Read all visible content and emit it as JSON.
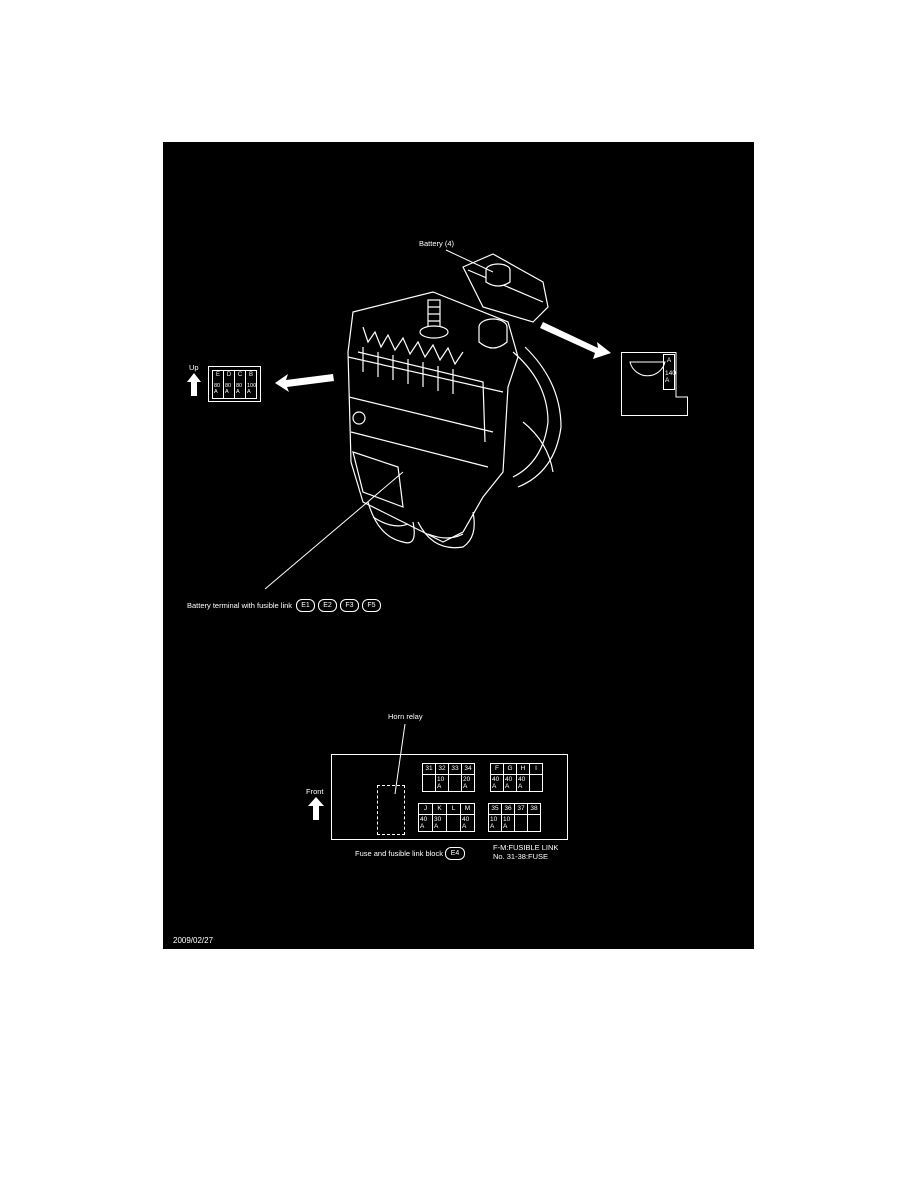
{
  "labels": {
    "battery": "Battery (4)",
    "up": "Up",
    "battery_terminal": "Battery terminal with fusible link",
    "horn_relay": "Horn relay",
    "front": "Front",
    "fuse_block": "Fuse and fusible link block",
    "fuse_note_1": "F-M:FUSIBLE LINK",
    "fuse_note_2": "No. 31-38:FUSE",
    "date": "2009/02/27"
  },
  "terminal_connectors": [
    "E1",
    "E2",
    "F3",
    "F5"
  ],
  "terminal_separators": [
    ",",
    ",",
    ","
  ],
  "fuse_block_connector": "E4",
  "left_link": {
    "headers": [
      "E",
      "D",
      "C",
      "B"
    ],
    "ratings": [
      "80 A",
      "80 A",
      "80 A",
      "100 A"
    ]
  },
  "right_link": {
    "header": "A",
    "rating": "140 A"
  },
  "fuse_rows": [
    {
      "group": "fuse",
      "labels": [
        "31",
        "32",
        "33",
        "34"
      ],
      "ratings": [
        "",
        "10 A",
        "",
        "20 A"
      ]
    },
    {
      "group": "link",
      "labels": [
        "F",
        "G",
        "H",
        "I"
      ],
      "ratings": [
        "40 A",
        "40 A",
        "40 A",
        ""
      ]
    },
    {
      "group": "link",
      "labels": [
        "J",
        "K",
        "L",
        "M"
      ],
      "ratings": [
        "40 A",
        "30 A",
        "",
        "40 A"
      ]
    },
    {
      "group": "fuse",
      "labels": [
        "35",
        "36",
        "37",
        "38"
      ],
      "ratings": [
        "10 A",
        "10 A",
        "",
        ""
      ]
    }
  ],
  "colors": {
    "background": "#000000",
    "line": "#ffffff",
    "page": "#ffffff"
  }
}
